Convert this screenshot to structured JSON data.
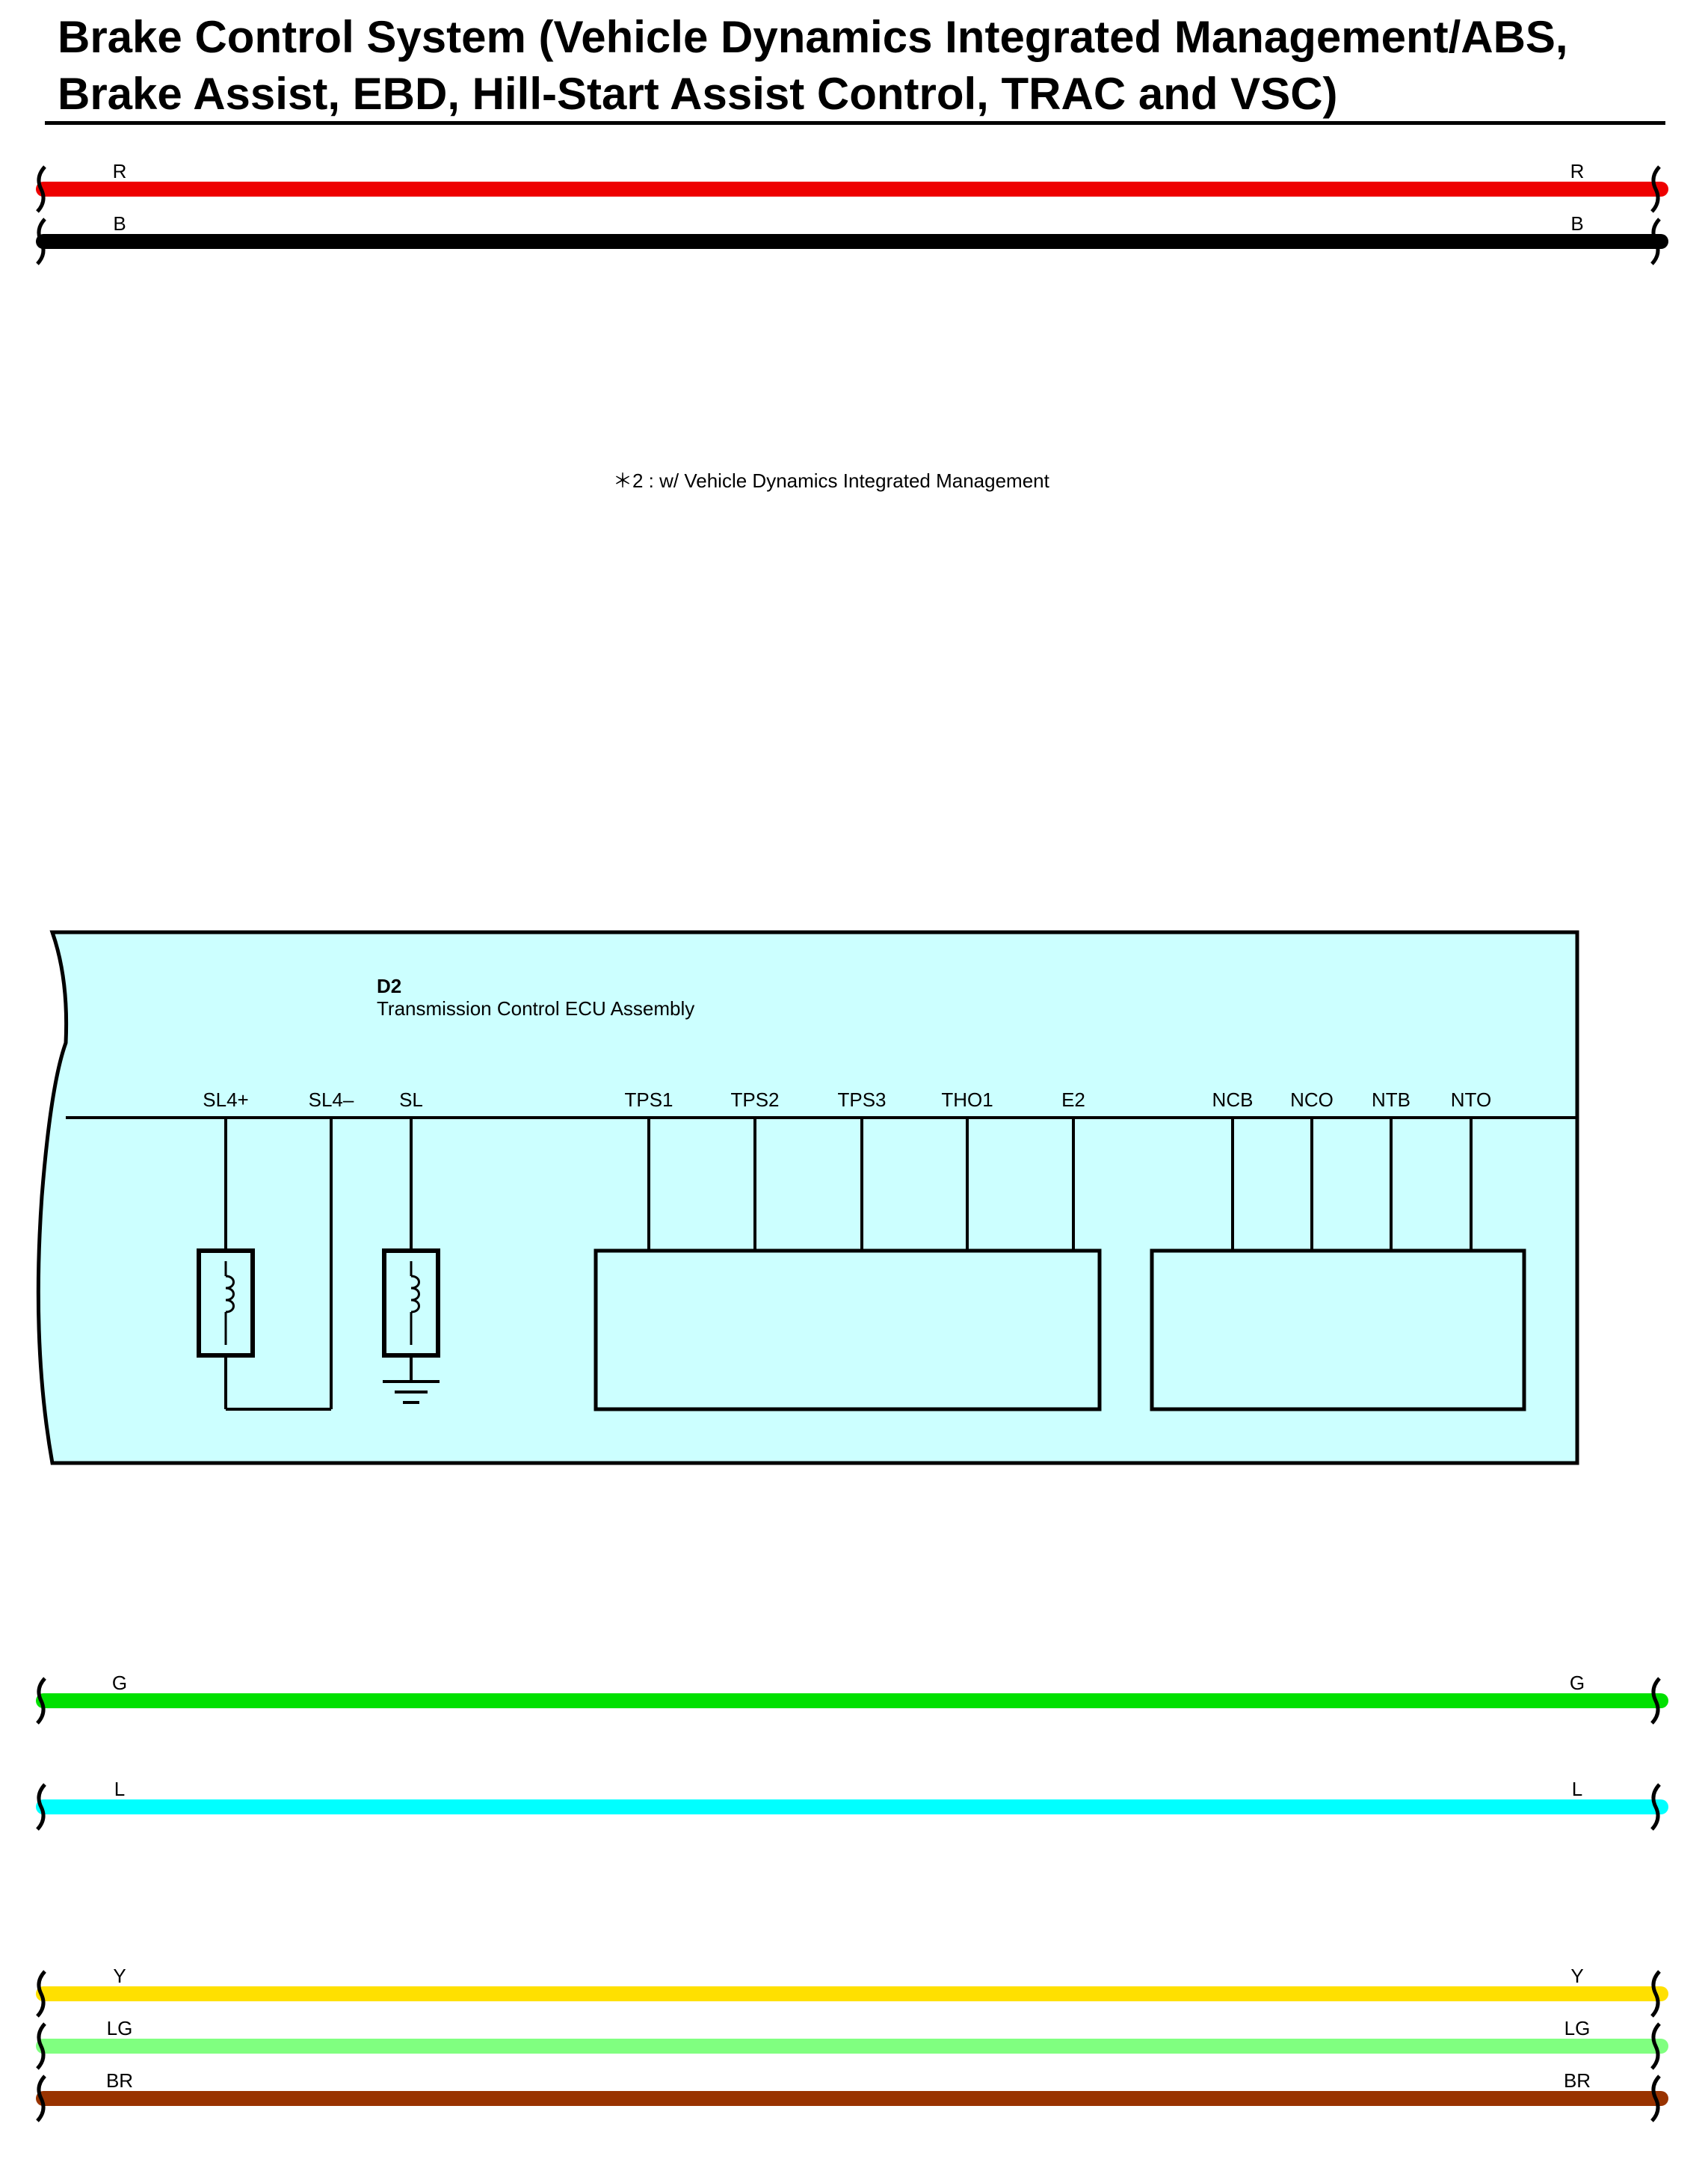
{
  "title": {
    "line1": "Brake Control System (Vehicle Dynamics Integrated Management/ABS,",
    "line2": "Brake Assist, EBD, Hill-Start Assist Control, TRAC and VSC)"
  },
  "note": "＊2 : w/ Vehicle Dynamics Integrated Management",
  "wires": [
    {
      "code": "R",
      "color": "#ee0000"
    },
    {
      "code": "B",
      "color": "#000000"
    },
    {
      "code": "G",
      "color": "#00e000"
    },
    {
      "code": "L",
      "color": "#00ffff"
    },
    {
      "code": "Y",
      "color": "#ffe000"
    },
    {
      "code": "LG",
      "color": "#80ff80"
    },
    {
      "code": "BR",
      "color": "#993300"
    }
  ],
  "ecu": {
    "code": "D2",
    "name": "Transmission Control ECU Assembly",
    "fill": "#ccffff",
    "terminals": [
      "SL4+",
      "SL4–",
      "SL",
      "TPS1",
      "TPS2",
      "TPS3",
      "THO1",
      "E2",
      "NCB",
      "NCO",
      "NTB",
      "NTO"
    ]
  }
}
